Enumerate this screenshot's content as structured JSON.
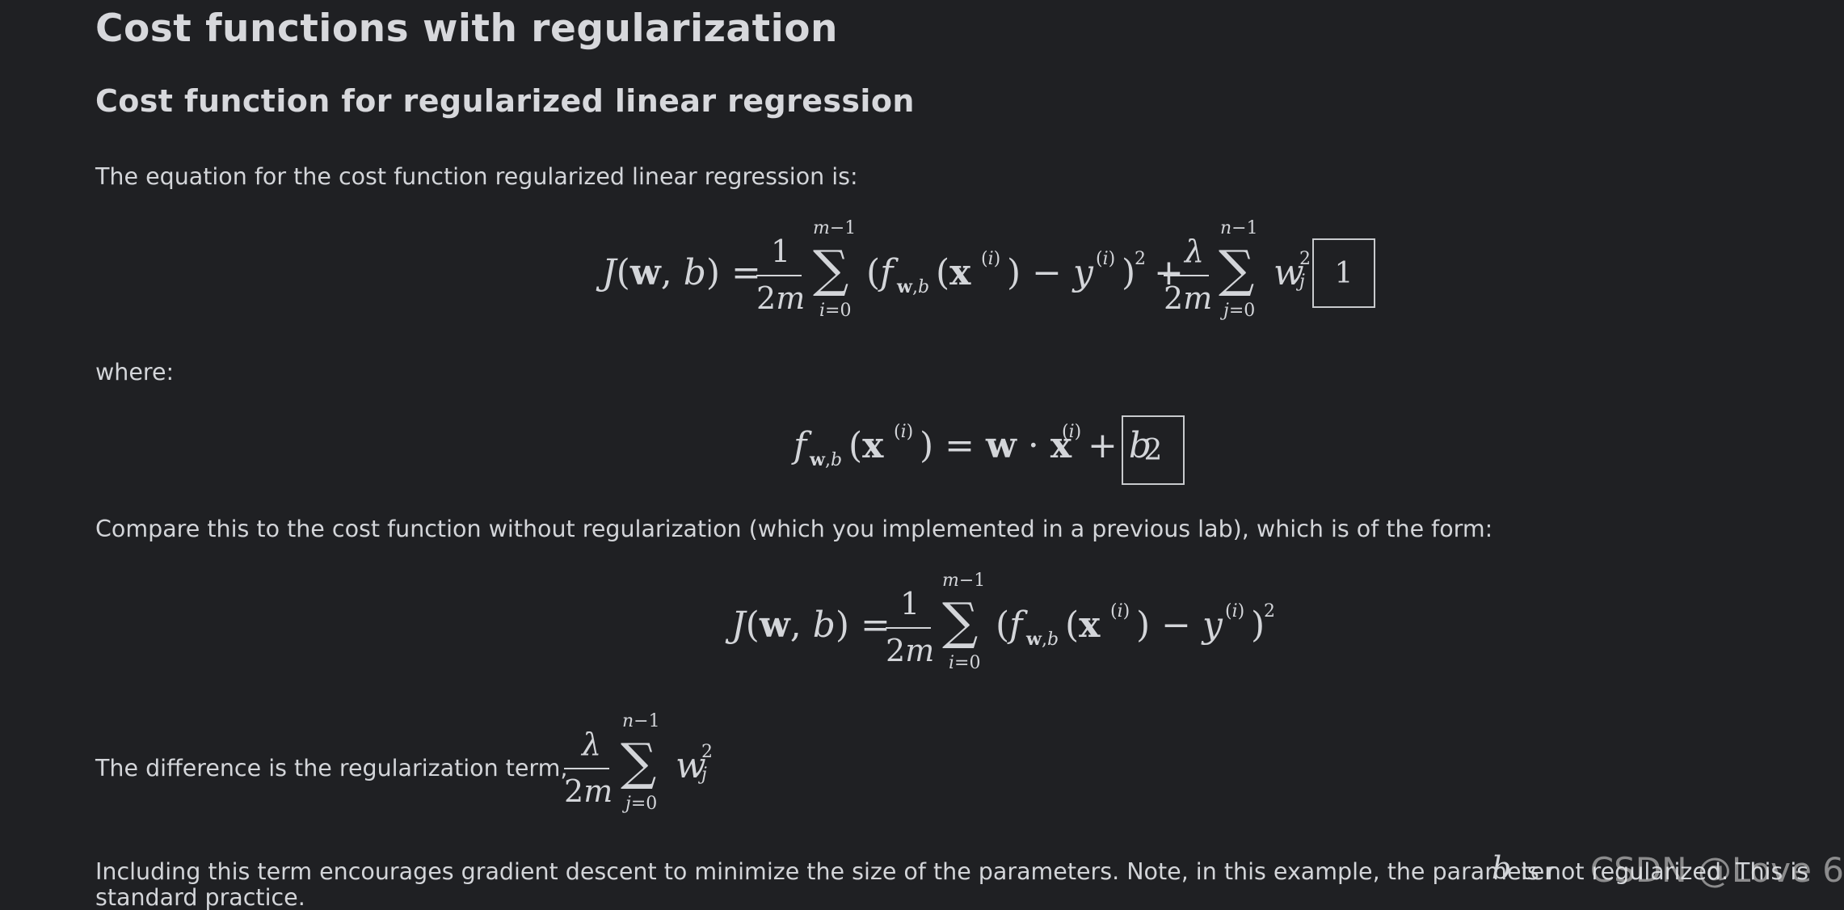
{
  "headings": {
    "h1": "Cost functions with regularization",
    "h2": "Cost function for regularized linear regression"
  },
  "paragraphs": {
    "intro": "The equation for the cost function regularized linear regression is:",
    "where": "where:",
    "compare": "Compare this to the cost function without regularization (which you implemented in a previous lab), which is of the form:",
    "difference": "The difference is the regularization term,",
    "including_1": "Including this term encourages gradient descent to minimize the size of the parameters. Note, in this example, the parameter",
    "including_b": "b",
    "including_2": "is not regularized. This is",
    "including_3": "standard practice."
  },
  "equations": {
    "eq1_label": "1",
    "eq2_label": "2"
  },
  "watermark": "CSDN @Love 6"
}
